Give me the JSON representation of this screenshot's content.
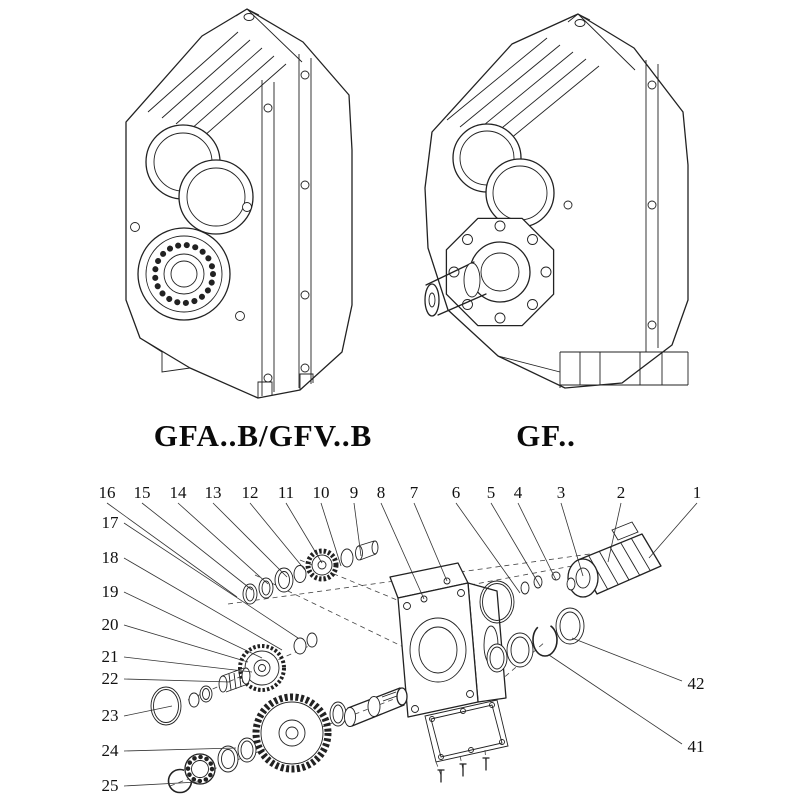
{
  "page": {
    "background": "#ffffff",
    "line_color": "#222222"
  },
  "figures": {
    "left_label": "GFA..B/GFV..B",
    "right_label": "GF.."
  },
  "exploded": {
    "top_numbers": [
      "16",
      "15",
      "14",
      "13",
      "12",
      "11",
      "10",
      "9",
      "8",
      "7",
      "6",
      "5",
      "4",
      "3",
      "2",
      "1"
    ],
    "left_numbers": [
      "17",
      "18",
      "19",
      "20",
      "21",
      "22",
      "23",
      "24",
      "25"
    ],
    "right_numbers": [
      "42",
      "41"
    ]
  }
}
